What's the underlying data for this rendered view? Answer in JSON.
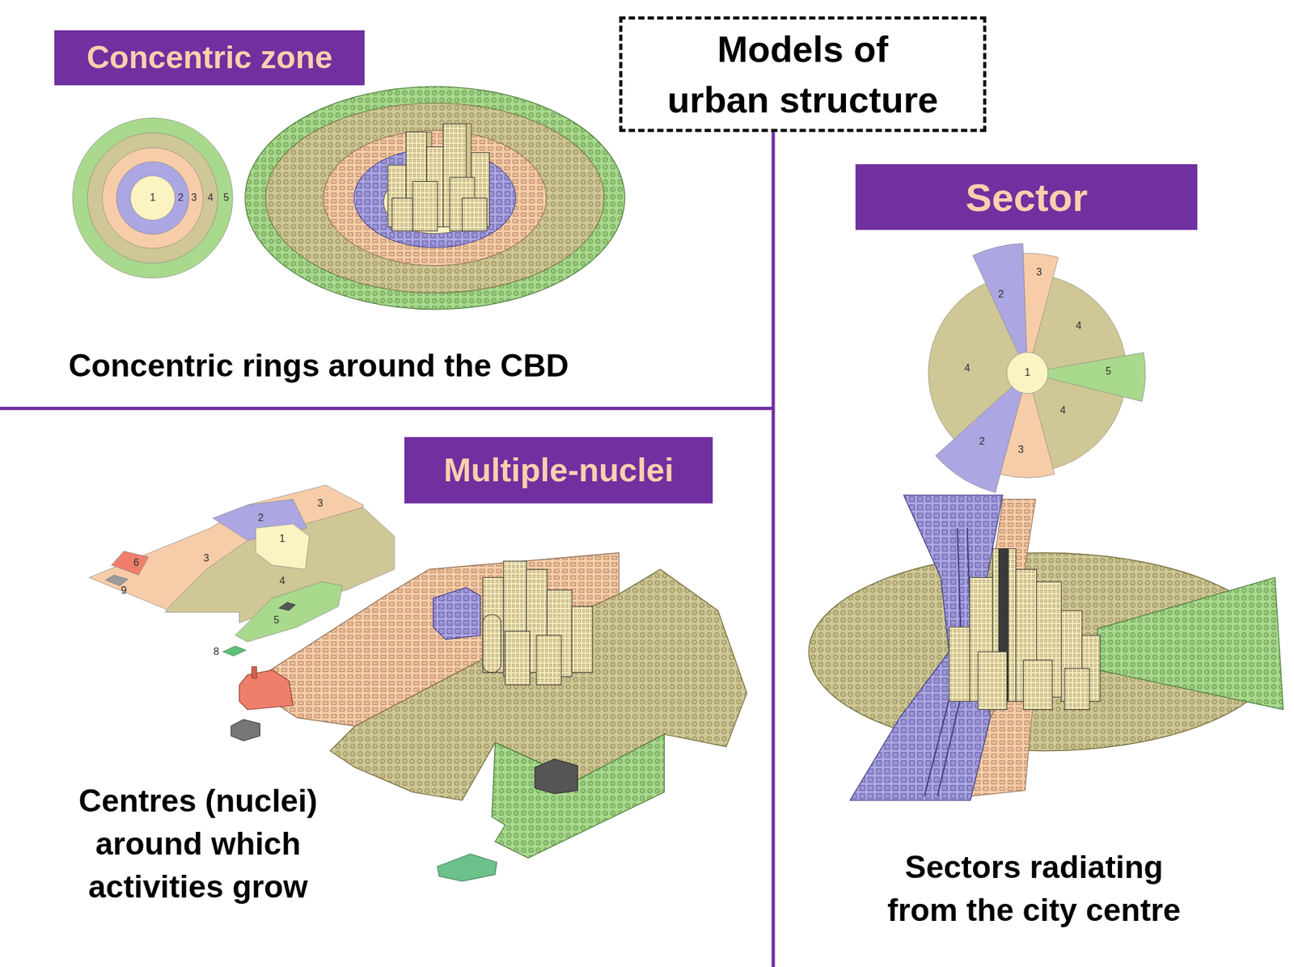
{
  "diagram": {
    "title": "Models of urban structure",
    "nodes": [
      {
        "text": [
          "Concentric zone"
        ]
      },
      {
        "text": [
          "Sector"
        ]
      },
      {
        "text": [
          "Multiple-nuclei"
        ]
      }
    ],
    "labels": [
      "1",
      "2",
      "3",
      "4",
      "5",
      "Concentric rings around the CBD",
      "3",
      "2",
      "4",
      "4",
      "1",
      "5",
      "4",
      "2",
      "3",
      "Sectors radiating from the city centre",
      "3",
      "2",
      "1",
      "6",
      "3",
      "4",
      "9",
      "5",
      "8",
      "Centres (nuclei) around which activities grow"
    ]
  }
}
